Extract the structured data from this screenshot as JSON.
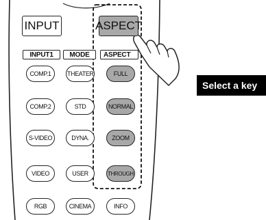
{
  "top_buttons": {
    "input": "INPUT",
    "aspect": "ASPECT"
  },
  "column_headers": {
    "input1": "INPUT1",
    "mode": "MODE",
    "aspect": "ASPECT"
  },
  "input1_keys": [
    "COMP.1",
    "COMP.2",
    "S-VIDEO",
    "VIDEO",
    "RGB"
  ],
  "mode_keys": [
    "THEATER",
    "STD",
    "DYNA.",
    "USER",
    "CINEMA"
  ],
  "aspect_keys": [
    "FULL",
    "NORMAL",
    "ZOOM",
    "THROUGH"
  ],
  "extra_key": "INFO",
  "callout": "Select a key"
}
